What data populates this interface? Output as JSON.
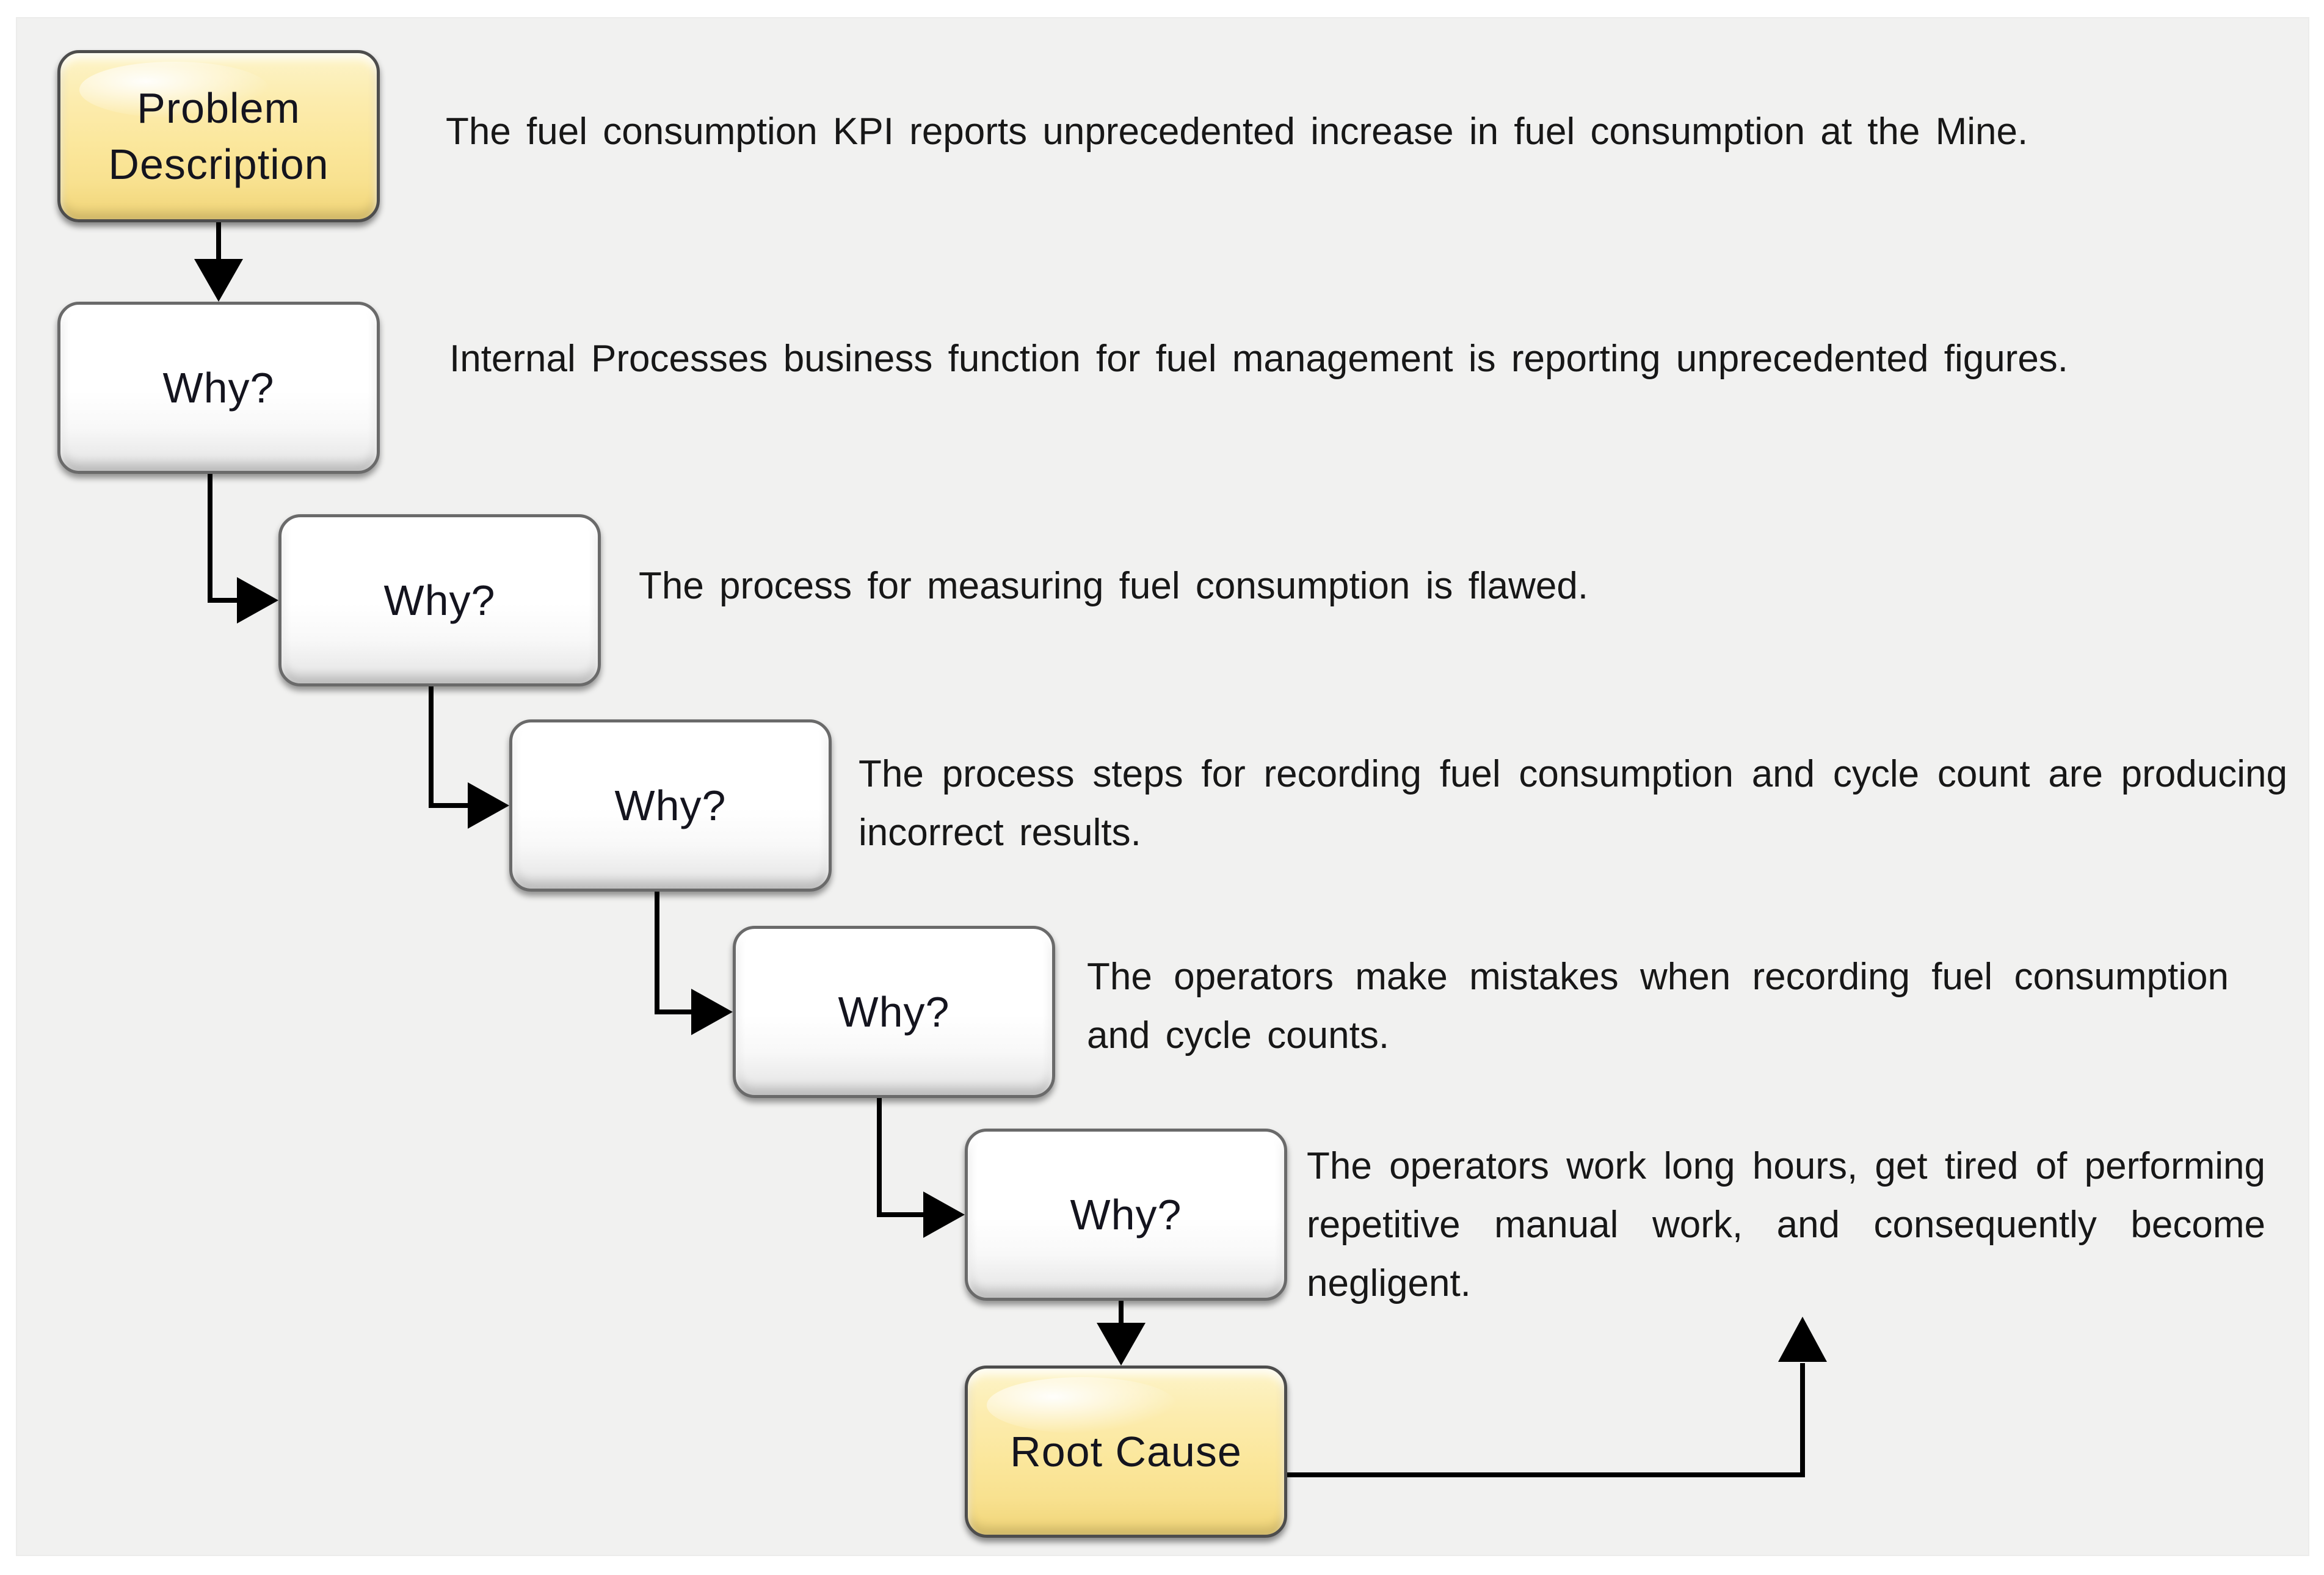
{
  "nodes": [
    {
      "label": "Problem Description",
      "description": "The fuel consumption KPI reports unprecedented increase in fuel consumption at the Mine."
    },
    {
      "label": "Why?",
      "description": "Internal Processes business function for fuel management is reporting unprecedented figures."
    },
    {
      "label": "Why?",
      "description": "The process for measuring fuel consumption is flawed."
    },
    {
      "label": "Why?",
      "description": "The process steps for recording fuel consumption and cycle count are producing incorrect results."
    },
    {
      "label": "Why?",
      "description": "The operators make mistakes when recording fuel consumption and cycle counts."
    },
    {
      "label": "Why?",
      "description": "The operators work long hours, get tired of performing repetitive manual work, and consequently become negligent."
    },
    {
      "label": "Root Cause"
    }
  ],
  "edges": [
    {
      "from": "Problem Description",
      "to": "Why? (1)"
    },
    {
      "from": "Why? (1)",
      "to": "Why? (2)"
    },
    {
      "from": "Why? (2)",
      "to": "Why? (3)"
    },
    {
      "from": "Why? (3)",
      "to": "Why? (4)"
    },
    {
      "from": "Why? (4)",
      "to": "Why? (5)"
    },
    {
      "from": "Why? (5)",
      "to": "Root Cause"
    },
    {
      "from": "Root Cause",
      "to": "Why? (5) description"
    }
  ],
  "colors": {
    "panel_background": "#f1f1f0",
    "highlight_box_fill": "#fbe79c",
    "why_box_fill": "#ffffff",
    "box_border": "#5a5a5a",
    "connector": "#000000",
    "text": "#171717"
  }
}
